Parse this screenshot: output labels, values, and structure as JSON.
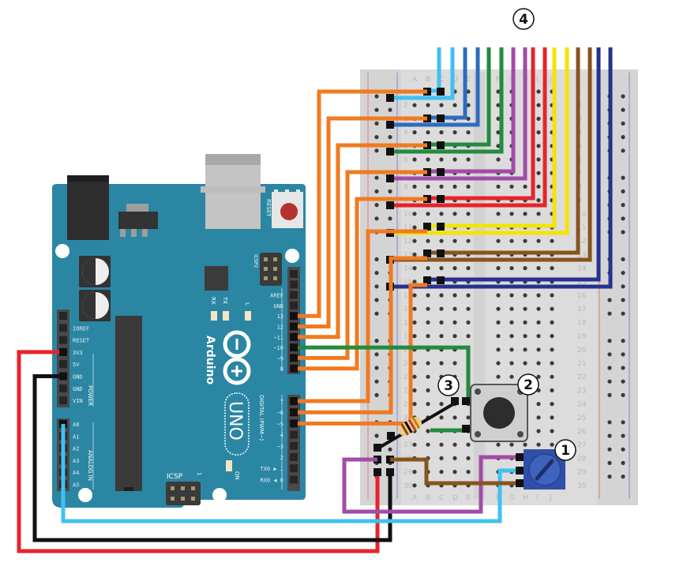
{
  "diagram": {
    "title": "Arduino UNO breadboard wiring",
    "callouts": [
      {
        "id": 1,
        "label": "1",
        "target": "potentiometer"
      },
      {
        "id": 2,
        "label": "2",
        "target": "push-button"
      },
      {
        "id": 3,
        "label": "3",
        "target": "resistor"
      },
      {
        "id": 4,
        "label": "4",
        "target": "ribbon-wires"
      }
    ],
    "arduino": {
      "brand": "Arduino",
      "model": "UNO",
      "reset_label": "RESET",
      "icsp_top_label": "ICSP2",
      "icsp_bottom_label": "ICSP",
      "icsp_pin1_label": "1",
      "on_label": "ON",
      "led_labels": [
        "RX",
        "TX",
        "L"
      ],
      "digital_header_label": "DIGITAL (PWM~)",
      "power_header_label": "POWER",
      "analog_header_label": "ANALOG IN",
      "digital_pins_top": [
        "",
        "",
        "AREF",
        "GND",
        "13",
        "12",
        "~11",
        "~10",
        "~9",
        "8"
      ],
      "digital_pins_bottom": [
        "7",
        "~6",
        "~5",
        "4",
        "~3",
        "2",
        "TX0 ▶ 1",
        "RX0 ◀ 0"
      ],
      "power_pins": [
        "",
        "IOREF",
        "RESET",
        "3V3",
        "5V",
        "GND",
        "GND",
        "VIN"
      ],
      "analog_pins": [
        "A0",
        "A1",
        "A2",
        "A3",
        "A4",
        "A5"
      ],
      "colors": {
        "board": "#2b86a3",
        "board_edge": "#1f6f88",
        "header": "#4a4a4a",
        "chip": "#3b3b3b"
      }
    },
    "breadboard": {
      "column_labels_left": [
        "A",
        "B",
        "C",
        "D",
        "E"
      ],
      "column_labels_right": [
        "F",
        "G",
        "H",
        "I",
        "J"
      ],
      "row_numbers": [
        "1",
        "2",
        "3",
        "4",
        "5",
        "6",
        "7",
        "8",
        "9",
        "10",
        "11",
        "12",
        "13",
        "14",
        "15",
        "16",
        "17",
        "18",
        "19",
        "20",
        "21",
        "22",
        "23",
        "24",
        "25",
        "26",
        "27",
        "28",
        "29",
        "30"
      ],
      "colors": {
        "body": "#dcdcdc",
        "hole": "#3a3a3a",
        "rail_red": "#e53935",
        "rail_blue": "#5866c4"
      }
    },
    "components": {
      "potentiometer": {
        "color": "#2f4fa8",
        "pins": [
          "1",
          "2",
          "3"
        ]
      },
      "push_button": {
        "color": "#cfcfcf",
        "cap_color": "#2d2d2d"
      },
      "resistor": {
        "body_color": "#f2c98a",
        "bands": [
          "#8b4513",
          "#000000",
          "#c0392b",
          "#b8860b"
        ]
      }
    },
    "wires": {
      "ribbon_colors": [
        "#3fc1f0",
        "#2d6cc0",
        "#238a3e",
        "#a24ba8",
        "#e8232a",
        "#f5e400",
        "#87541f",
        "#26318f"
      ],
      "arduino_to_breadboard": {
        "orange": "#f07a20",
        "green": "#238a3e",
        "power_5v": "#e8232a",
        "ground": "#111111",
        "analog_a0": "#3fc1f0",
        "pot_signal": "#a24ba8",
        "pot_brown": "#87541f"
      }
    }
  }
}
